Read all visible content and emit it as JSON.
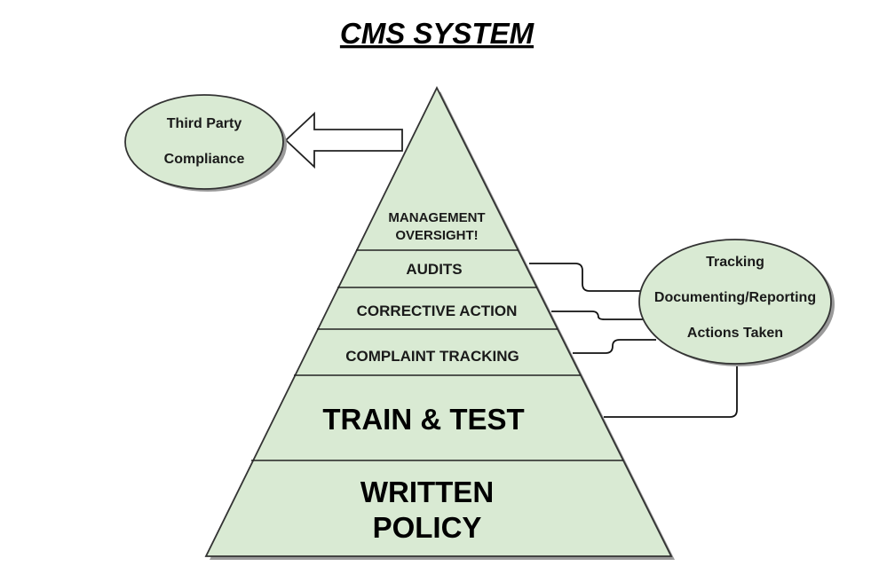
{
  "title": "CMS SYSTEM",
  "pyramid": {
    "tiers": {
      "management_line1": "MANAGEMENT",
      "management_line2": "OVERSIGHT!",
      "audits": "AUDITS",
      "corrective_action": "CORRECTIVE ACTION",
      "complaint_tracking": "COMPLAINT TRACKING",
      "train_test": "TRAIN & TEST",
      "written_policy_line1": "WRITTEN",
      "written_policy_line2": "POLICY"
    }
  },
  "third_party_bubble": {
    "line1": "Third Party",
    "line2": "Compliance"
  },
  "tracking_bubble": {
    "line1": "Tracking",
    "line2": "Documenting/Reporting",
    "line3": "Actions Taken"
  },
  "colors": {
    "fill": "#d9ead3",
    "stroke": "#333333",
    "shadow": "#9a9a9a"
  }
}
